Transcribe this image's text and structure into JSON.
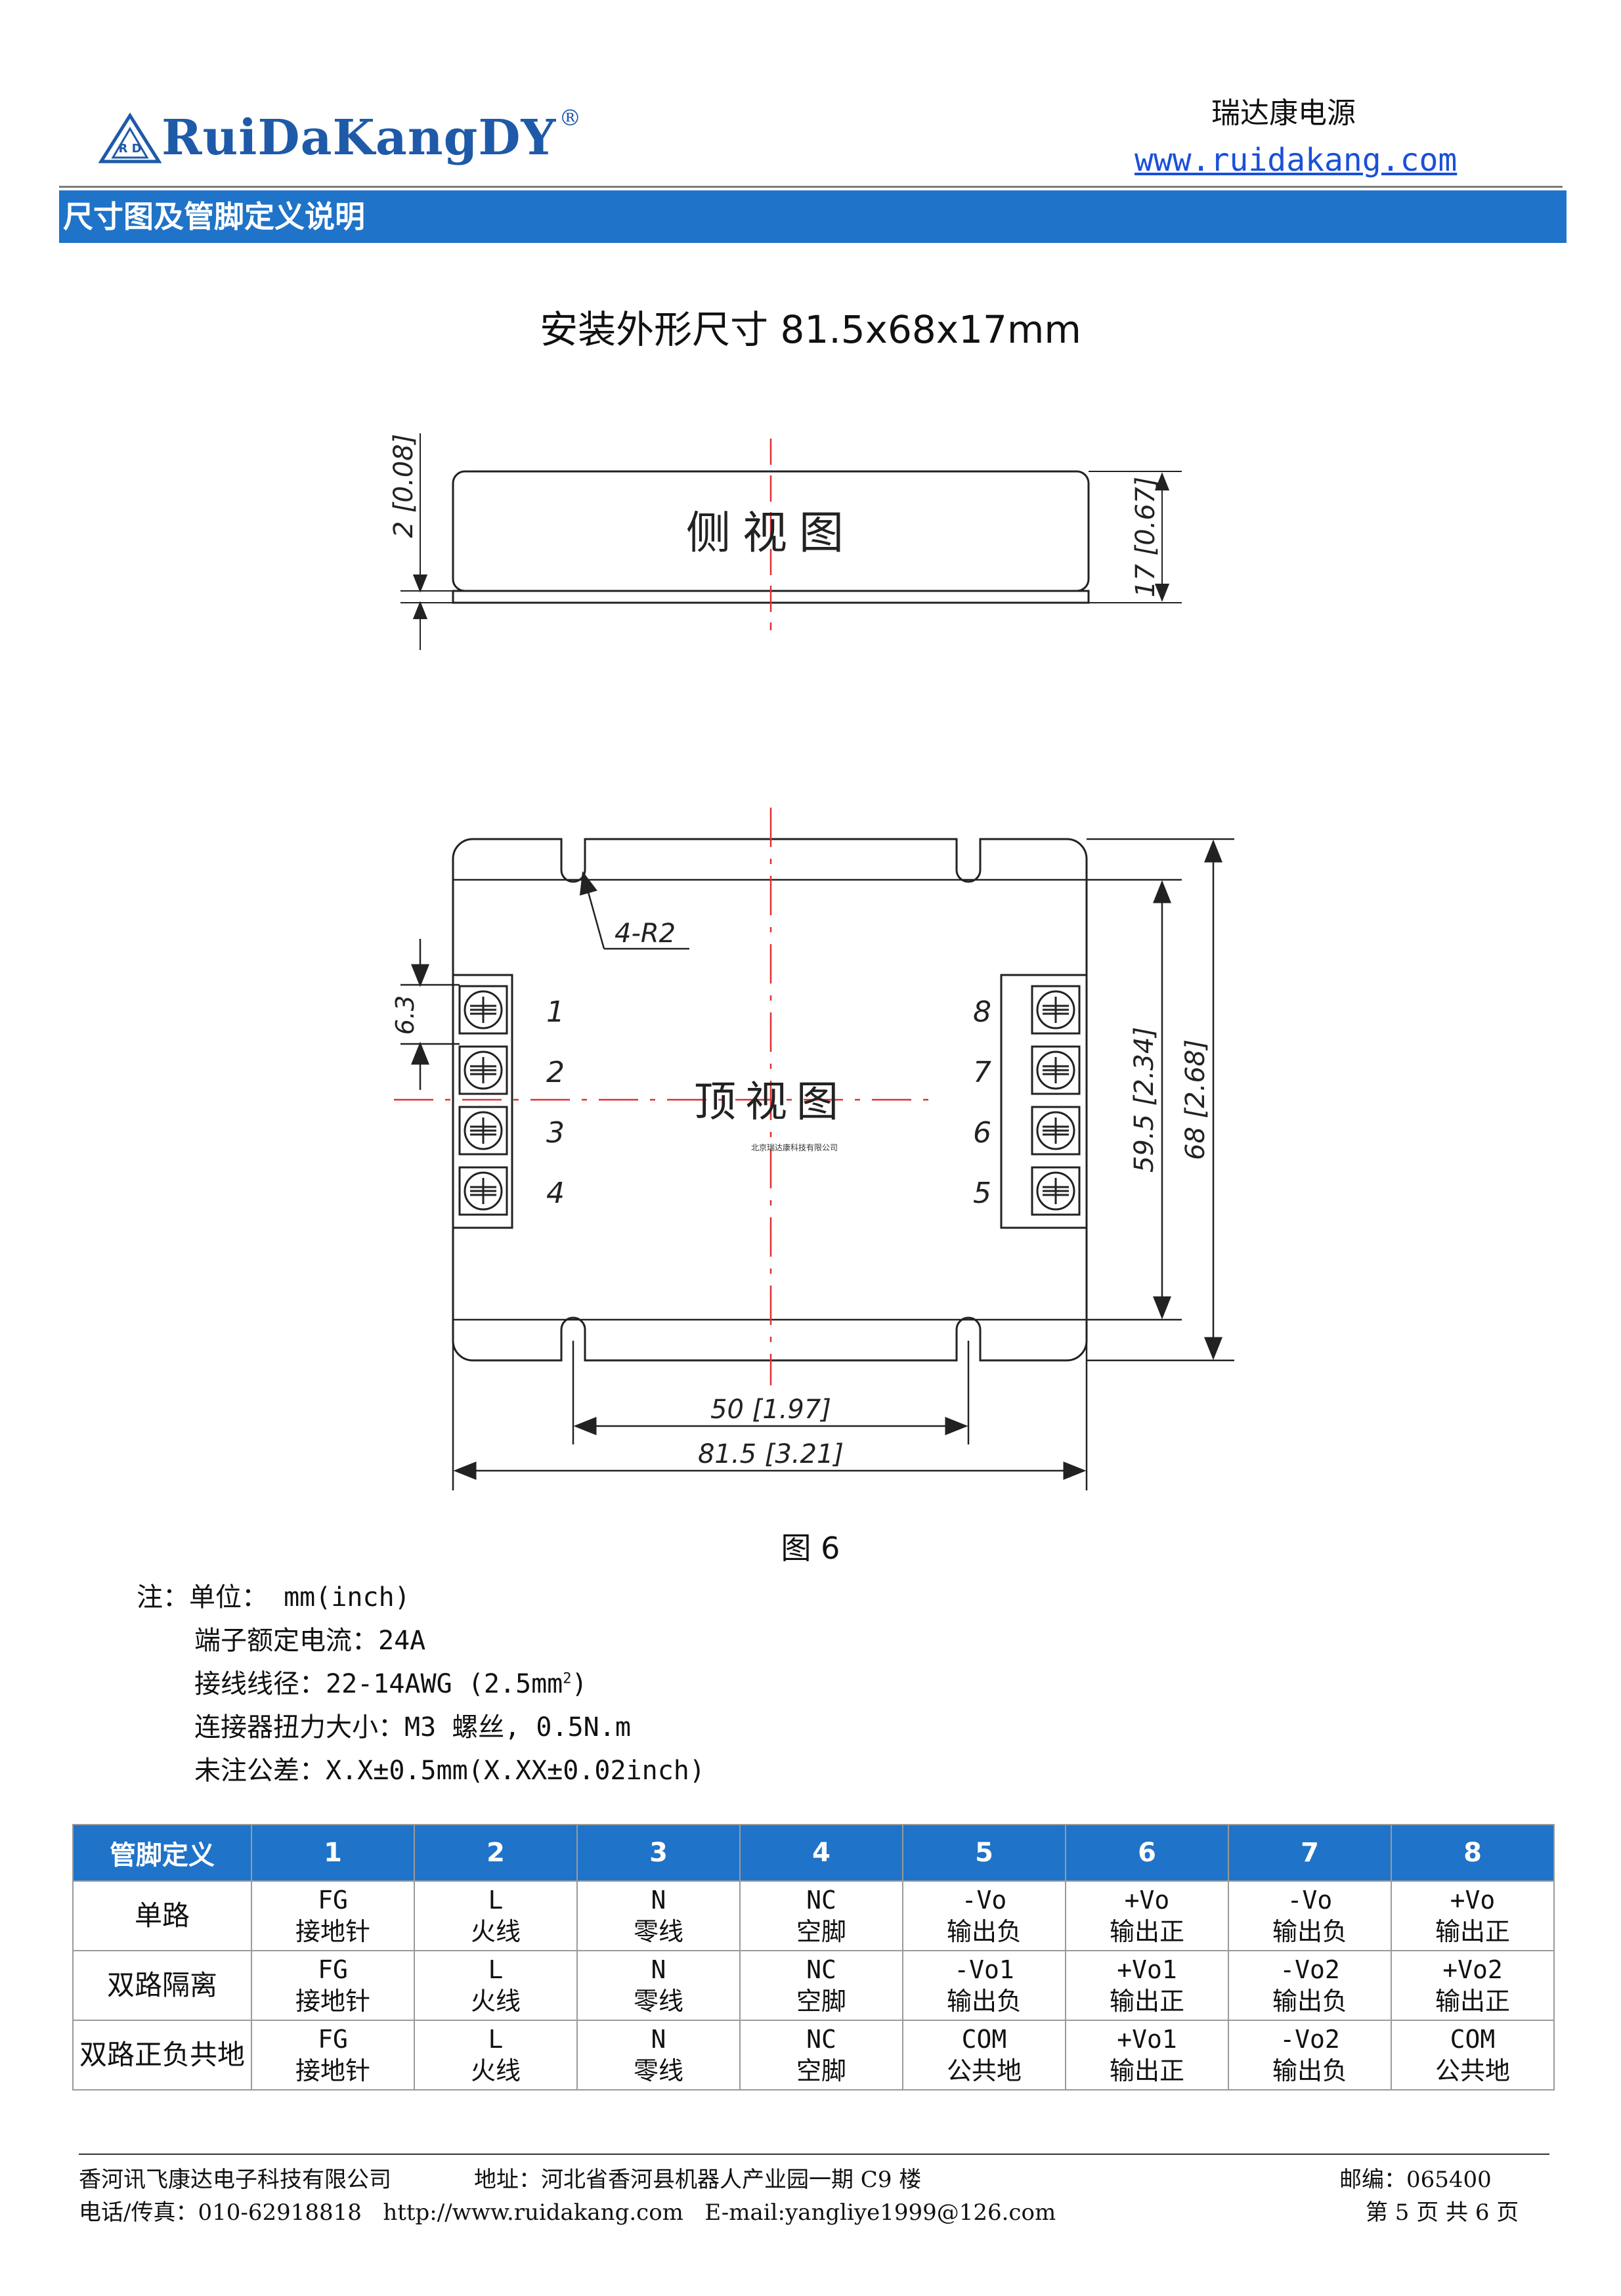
{
  "header": {
    "logo_text": "RuiDaKangDY",
    "logo_mark": "®",
    "company_short": "瑞达康电源",
    "website": "www.ruidakang.com"
  },
  "section": {
    "title": "尺寸图及管脚定义说明"
  },
  "drawing": {
    "title": "安装外形尺寸 81.5x68x17mm",
    "side_view_label": "侧视图",
    "top_view_label": "顶视图",
    "watermark": "北京瑞达康科技有限公司",
    "dims": {
      "side_height_small": "2 [0.08]",
      "side_height": "17 [0.67]",
      "radius": "4-R2",
      "pin_pitch": "6.3",
      "inner_height": "59.5 [2.34]",
      "outer_height": "68 [2.68]",
      "slot_span": "50 [1.97]",
      "outer_width": "81.5 [3.21]"
    },
    "left_pins": [
      "1",
      "2",
      "3",
      "4"
    ],
    "right_pins": [
      "8",
      "7",
      "6",
      "5"
    ],
    "caption": "图 6"
  },
  "notes": {
    "unit": "注：单位： mm(inch)",
    "current": "端子额定电流：24A",
    "wire": "接线线径：22-14AWG (2.5mm",
    "wire_sup": "2",
    "wire_end": ")",
    "torque": "连接器扭力大小：M3 螺丝, 0.5N.m",
    "tolerance": "未注公差：X.X±0.5mm(X.XX±0.02inch)"
  },
  "pin_table": {
    "header": [
      "管脚定义",
      "1",
      "2",
      "3",
      "4",
      "5",
      "6",
      "7",
      "8"
    ],
    "rows": [
      {
        "name": "单路",
        "cells": [
          [
            "FG",
            "接地针"
          ],
          [
            "L",
            "火线"
          ],
          [
            "N",
            "零线"
          ],
          [
            "NC",
            "空脚"
          ],
          [
            "-Vo",
            "输出负"
          ],
          [
            "+Vo",
            "输出正"
          ],
          [
            "-Vo",
            "输出负"
          ],
          [
            "+Vo",
            "输出正"
          ]
        ]
      },
      {
        "name": "双路隔离",
        "cells": [
          [
            "FG",
            "接地针"
          ],
          [
            "L",
            "火线"
          ],
          [
            "N",
            "零线"
          ],
          [
            "NC",
            "空脚"
          ],
          [
            "-Vo1",
            "输出负"
          ],
          [
            "+Vo1",
            "输出正"
          ],
          [
            "-Vo2",
            "输出负"
          ],
          [
            "+Vo2",
            "输出正"
          ]
        ]
      },
      {
        "name": "双路正负共地",
        "cells": [
          [
            "FG",
            "接地针"
          ],
          [
            "L",
            "火线"
          ],
          [
            "N",
            "零线"
          ],
          [
            "NC",
            "空脚"
          ],
          [
            "COM",
            "公共地"
          ],
          [
            "+Vo1",
            "输出正"
          ],
          [
            "-Vo2",
            "输出负"
          ],
          [
            "COM",
            "公共地"
          ]
        ]
      }
    ]
  },
  "footer": {
    "company": "香河讯飞康达电子科技有限公司",
    "address": "地址：河北省香河县机器人产业园一期 C9 楼",
    "postcode": "邮编：065400",
    "contact": "电话/传真：010-62918818   http://www.ruidakang.com   E-mail:yangliye1999@126.com",
    "page": "第 5 页 共 6 页"
  }
}
